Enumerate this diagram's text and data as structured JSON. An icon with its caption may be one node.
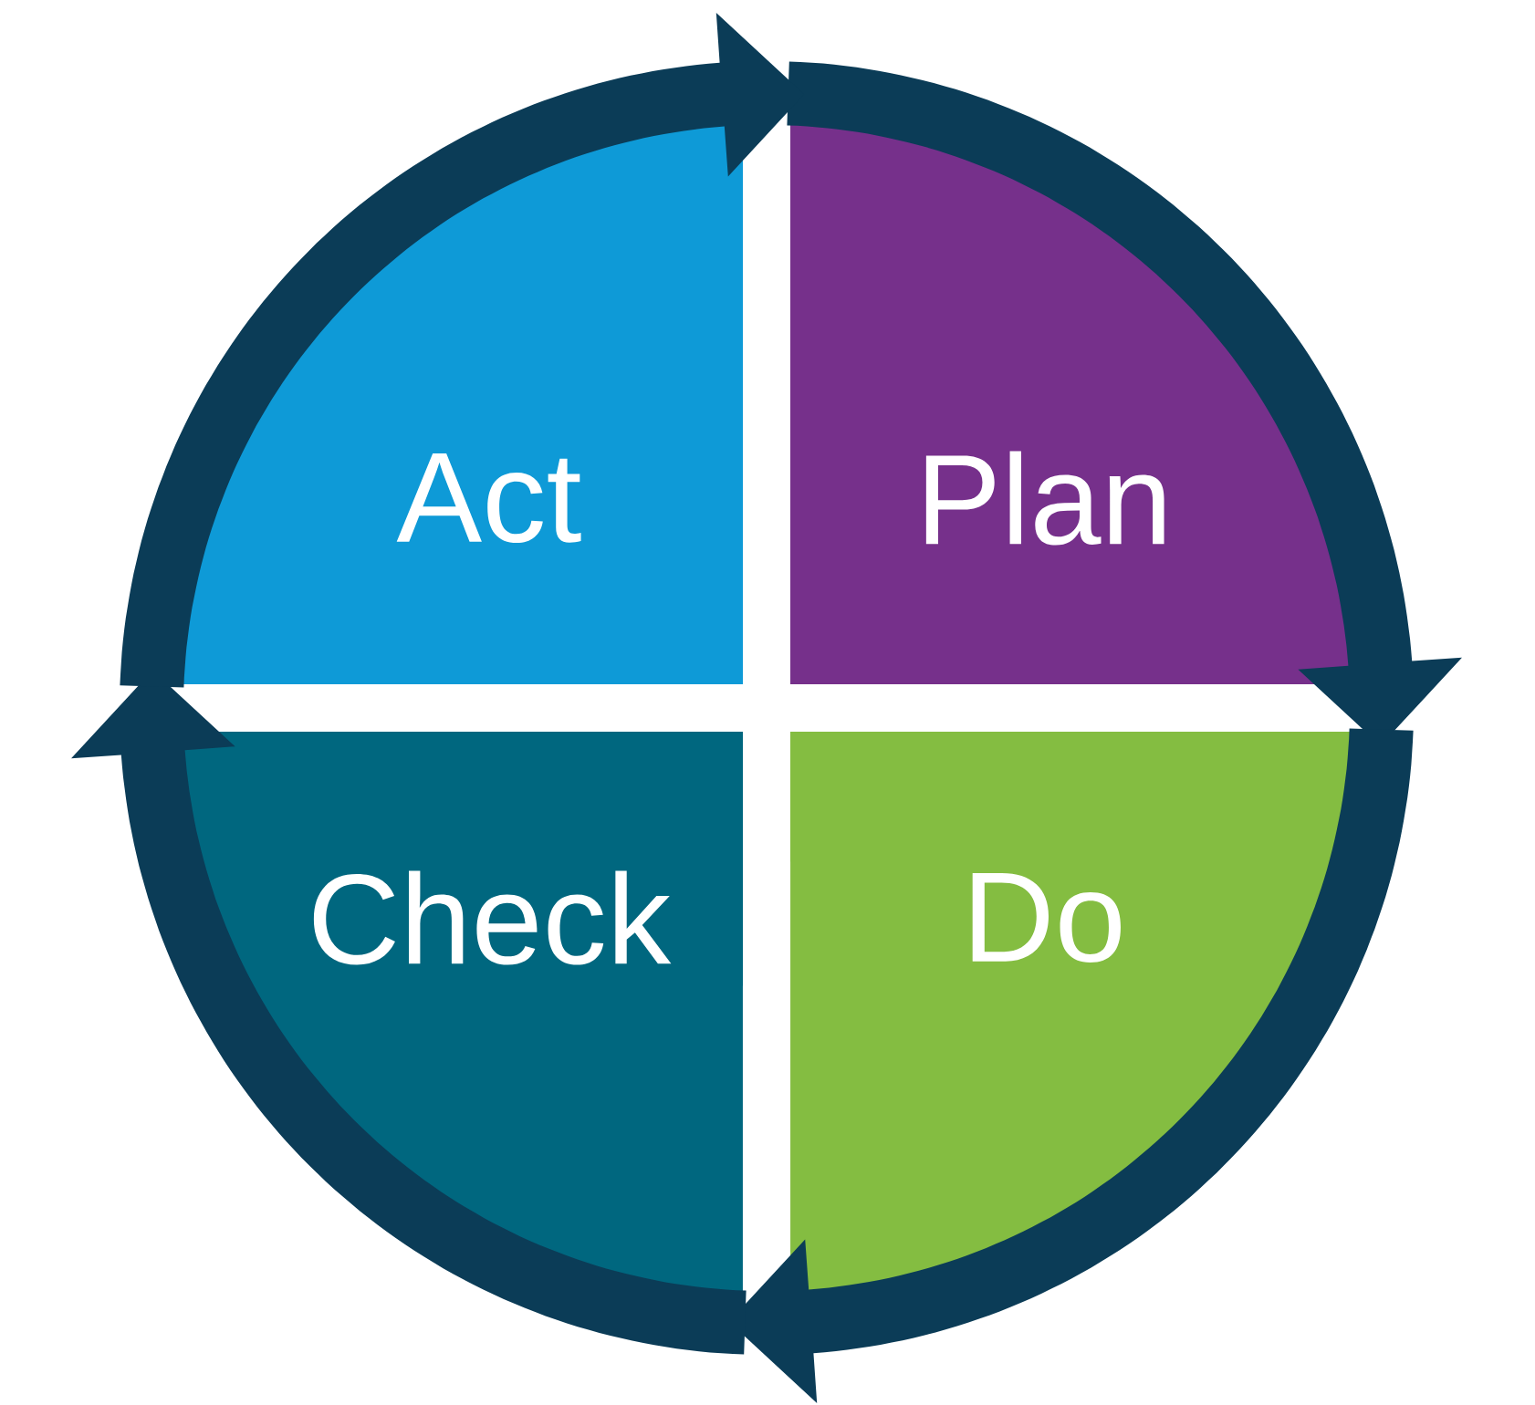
{
  "diagram": {
    "nodes": [
      {
        "text": [
          "Act"
        ]
      },
      {
        "text": [
          "Plan"
        ]
      },
      {
        "text": [
          "Check"
        ]
      },
      {
        "text": [
          "Do"
        ]
      }
    ],
    "edges": [
      {
        "from": 1,
        "to": 3,
        "arrow": "to"
      },
      {
        "from": 3,
        "to": 2,
        "arrow": "to"
      },
      {
        "from": 2,
        "to": 0,
        "arrow": "to"
      },
      {
        "from": 0,
        "to": 1,
        "arrow": "to"
      }
    ]
  }
}
